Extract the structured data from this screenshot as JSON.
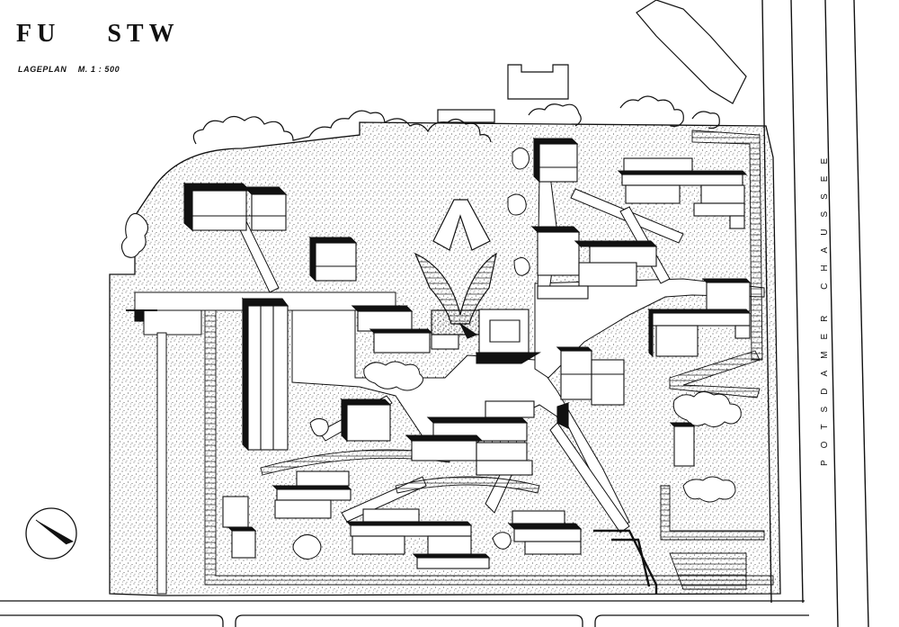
{
  "header": {
    "title": "FU    STW",
    "subtitle": "LAGEPLAN    M. 1 : 500"
  },
  "labels": {
    "street": "POTSDAMER CHAUSSEE"
  },
  "colors": {
    "ink": "#111111",
    "paper": "#ffffff",
    "stipple": "#222222"
  },
  "icons": {
    "north_arrow": "north-arrow-icon"
  }
}
